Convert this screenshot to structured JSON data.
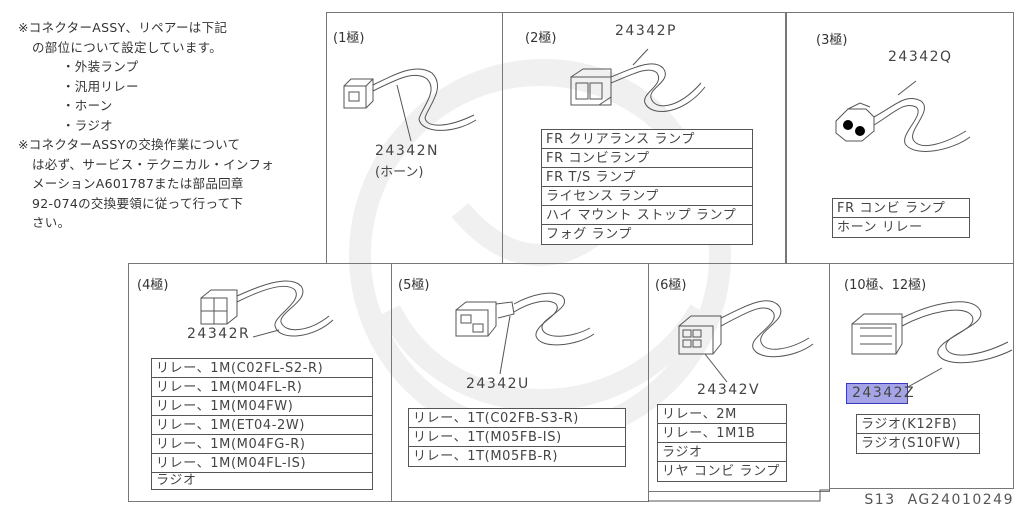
{
  "notes": {
    "lines": [
      "※コネクターASSY、リペアーは下記",
      "の部位について設定しています。",
      "・外装ランプ",
      "・汎用リレー",
      "・ホーン",
      "・ラジオ",
      "※コネクターASSYの交換作業について",
      "は必ず、サービス・テクニカル・インフォ",
      "メーションA601787または部品回章",
      "92-074の交換要領に従って行って下",
      "さい。"
    ]
  },
  "panels": {
    "p1": {
      "title": "(1極)",
      "part_number": "24342N",
      "sub_label": "(ホーン)",
      "applications": []
    },
    "p2": {
      "title": "(2極)",
      "part_number": "24342P",
      "applications": [
        "FR クリアランス ランプ",
        "FR コンビランプ",
        "FR T/S ランプ",
        "ライセンス ランプ",
        "ハイ マウント ストップ ランプ",
        "フォグ ランプ"
      ]
    },
    "p3": {
      "title": "(3極)",
      "part_number": "24342Q",
      "applications": [
        "FR コンビ ランプ",
        "ホーン リレー"
      ]
    },
    "p4": {
      "title": "(4極)",
      "part_number": "24342R",
      "applications": [
        "リレー、1M(C02FL-S2-R)",
        "リレー、1M(M04FL-R)",
        "リレー、1M(M04FW)",
        "リレー、1M(ET04-2W)",
        "リレー、1M(M04FG-R)",
        "リレー、1M(M04FL-IS)",
        "ラジオ"
      ]
    },
    "p5": {
      "title": "(5極)",
      "part_number": "24342U",
      "applications": [
        "リレー、1T(C02FB-S3-R)",
        "リレー、1T(M05FB-IS)",
        "リレー、1T(M05FB-R)"
      ]
    },
    "p6": {
      "title": "(6極)",
      "part_number": "24342V",
      "applications": [
        "リレー、2M",
        "リレー、1M1B",
        "ラジオ",
        "リヤ コンビ ランプ"
      ]
    },
    "p10": {
      "title": "(10極、12極)",
      "part_number": "24342Z",
      "highlighted": true,
      "highlight_color": "#5a5ad2",
      "applications": [
        "ラジオ(K12FB)",
        "ラジオ(S10FW)"
      ]
    }
  },
  "footer": {
    "page_code": "S13",
    "figure_id": "AG24010249"
  }
}
